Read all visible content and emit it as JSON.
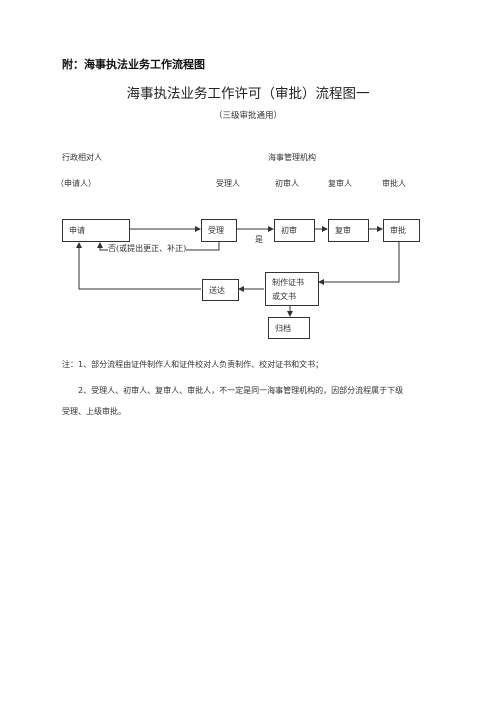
{
  "header": {
    "heading": "附：海事执法业务工作流程图",
    "title": "海事执法业务工作许可（审批）流程图一",
    "subtitle": "（三级审批通用）"
  },
  "parties": {
    "left_label": "行政相对人",
    "left_sub": "（申请人）",
    "right_label": "海事管理机构",
    "roles": [
      "受理人",
      "初审人",
      "复审人",
      "审批人"
    ]
  },
  "flow": {
    "apply": "申请",
    "accept": "受理",
    "first_review": "初审",
    "second_review": "复审",
    "approve": "审批",
    "deliver": "送达",
    "make_cert_line1": "制作证书",
    "make_cert_line2": "或文书",
    "archive": "归档",
    "yes_label": "是",
    "no_label": "否(或提出更正、补正)"
  },
  "notes": {
    "note1": "注：1、部分流程由证件制作人和证件校对人负责制作、校对证书和文书；",
    "note2_line1": "2、受理人、初审人、复审人、审批人，不一定是同一海事管理机构的，因部分流程属于下级",
    "note2_line2": "受理、上级审批。"
  }
}
